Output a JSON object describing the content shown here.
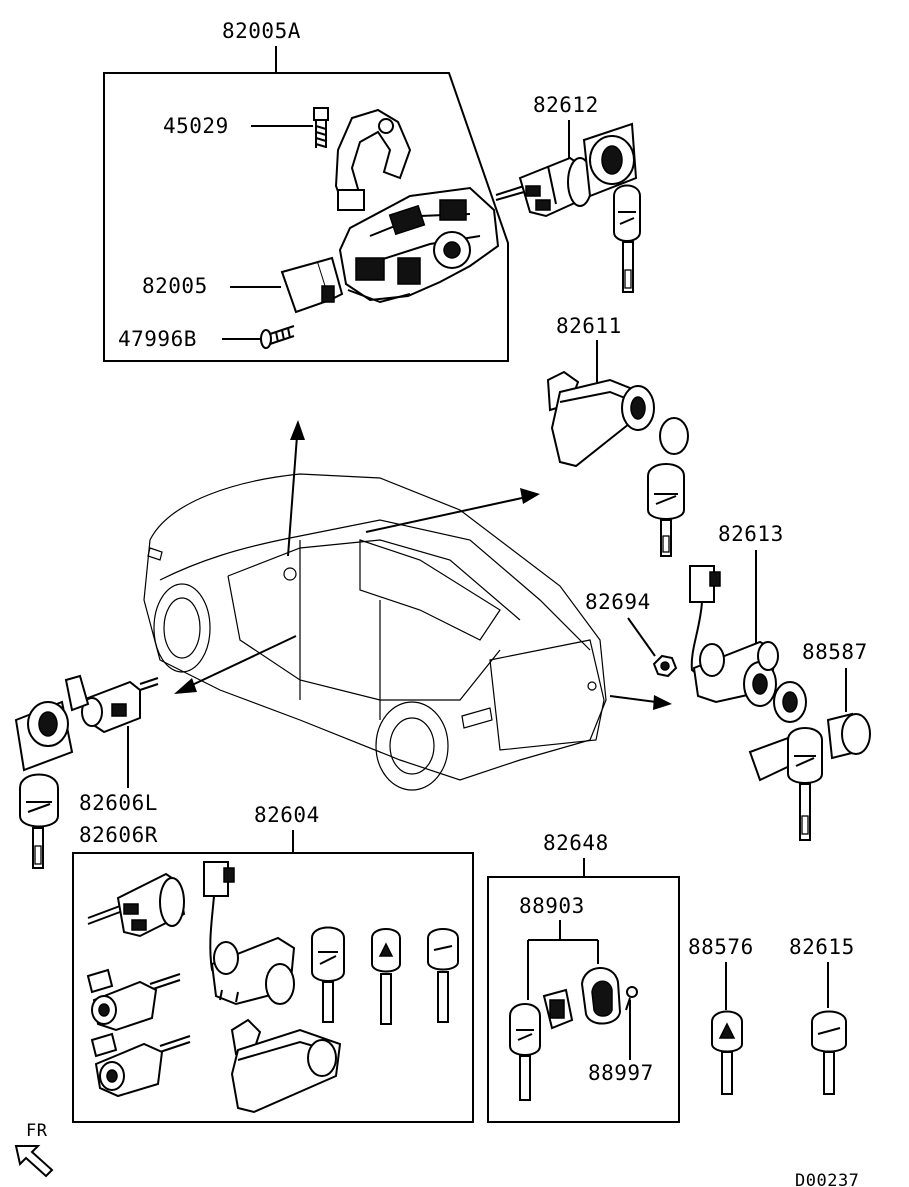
{
  "callouts": {
    "c82005A": "82005A",
    "c45029": "45029",
    "c82005": "82005",
    "c47996B": "47996B",
    "c82612": "82612",
    "c82611": "82611",
    "c82613": "82613",
    "c82694": "82694",
    "c88587": "88587",
    "c82606L": "82606L",
    "c82606R": "82606R",
    "c82604": "82604",
    "c82648": "82648",
    "c88903": "88903",
    "c88997": "88997",
    "c88576": "88576",
    "c82615": "82615"
  },
  "direction": "FR",
  "drawing_code": "D00237",
  "icons": [
    "ignition-switch-assembly-icon",
    "key-cylinder-icon",
    "door-handle-icon",
    "key-icon",
    "transponder-key-icon",
    "vehicle-outline-icon",
    "front-direction-arrow-icon"
  ]
}
